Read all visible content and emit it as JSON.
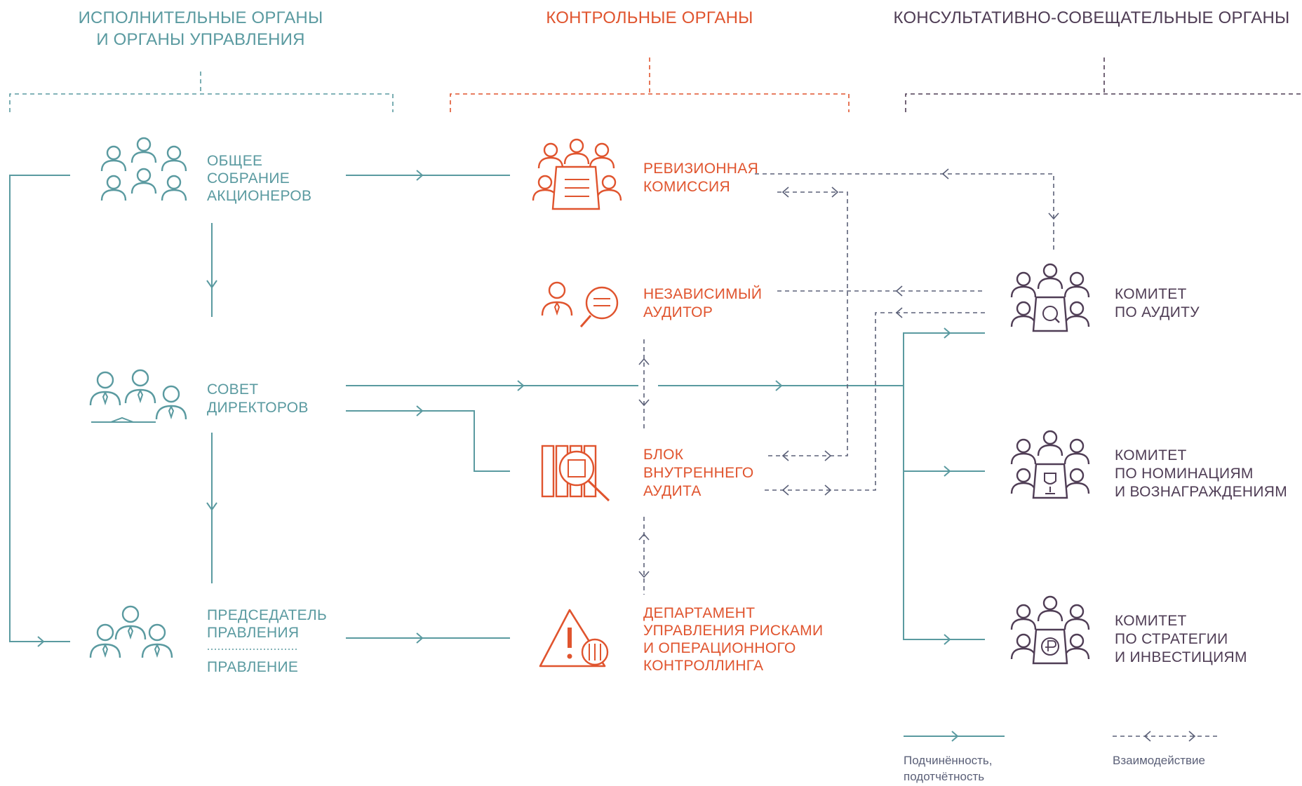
{
  "colors": {
    "executive": "#5a9aa0",
    "control": "#e0542e",
    "advisory": "#4f3d55",
    "interaction": "#5b6078"
  },
  "headers": {
    "executive": [
      "ИСПОЛНИТЕЛЬНЫЕ ОРГАНЫ",
      "И ОРГАНЫ УПРАВЛЕНИЯ"
    ],
    "control": "КОНТРОЛЬНЫЕ ОРГАНЫ",
    "advisory": "КОНСУЛЬТАТИВНО-СОВЕЩАТЕЛЬНЫЕ ОРГАНЫ"
  },
  "nodes": {
    "general_meeting": [
      "ОБЩЕЕ",
      "СОБРАНИЕ",
      "АКЦИОНЕРОВ"
    ],
    "board": [
      "СОВЕТ",
      "ДИРЕКТОРОВ"
    ],
    "chairman": [
      "ПРЕДСЕДАТЕЛЬ",
      "ПРАВЛЕНИЯ"
    ],
    "management": "ПРАВЛЕНИЕ",
    "revision": [
      "РЕВИЗИОННАЯ",
      "КОМИССИЯ"
    ],
    "auditor": [
      "НЕЗАВИСИМЫЙ",
      "АУДИТОР"
    ],
    "internal_audit": [
      "БЛОК",
      "ВНУТРЕННЕГО",
      "АУДИТА"
    ],
    "risk_dept": [
      "ДЕПАРТАМЕНТ",
      "УПРАВЛЕНИЯ РИСКАМИ",
      "И ОПЕРАЦИОННОГО",
      "КОНТРОЛЛИНГА"
    ],
    "audit_committee": [
      "КОМИТЕТ",
      "ПО АУДИТУ"
    ],
    "nomination_committee": [
      "КОМИТЕТ",
      "ПО НОМИНАЦИЯМ",
      "И ВОЗНАГРАЖДЕНИЯМ"
    ],
    "strategy_committee": [
      "КОМИТЕТ",
      "ПО СТРАТЕГИИ",
      "И ИНВЕСТИЦИЯМ"
    ]
  },
  "icons": {
    "general_meeting": "group-of-people-icon",
    "board": "board-members-icon",
    "chairman": "chairman-with-team-icon",
    "revision": "commission-at-table-icon",
    "auditor": "auditor-with-magnifier-icon",
    "internal_audit": "binders-with-magnifier-icon",
    "risk_dept": "warning-triangle-with-controls-icon",
    "audit_committee": "committee-audit-icon",
    "nomination_committee": "committee-trophy-icon",
    "strategy_committee": "committee-ruble-icon"
  },
  "legend": {
    "subordination": [
      "Подчинённость,",
      "подотчётность"
    ],
    "interaction": "Взаимодействие"
  }
}
